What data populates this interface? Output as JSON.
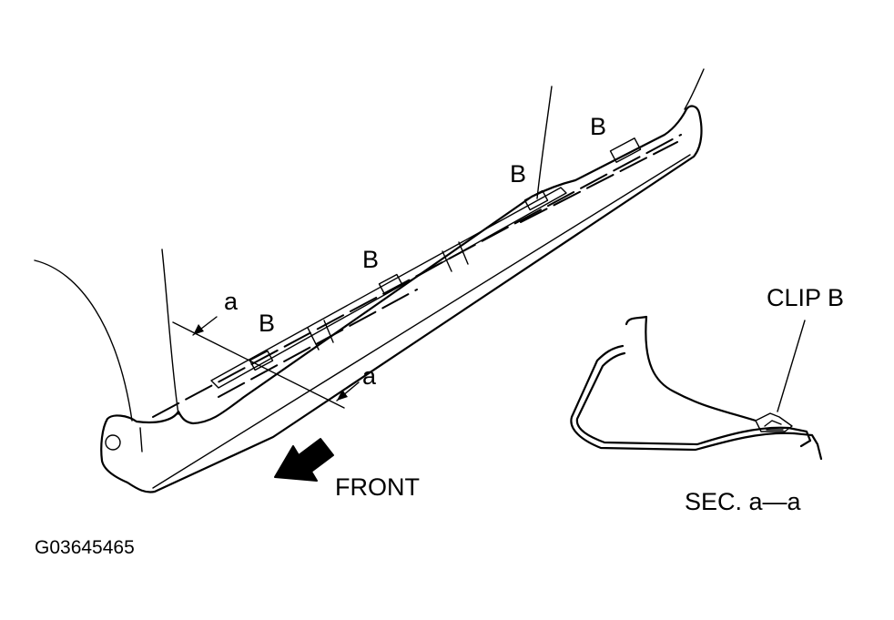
{
  "labels": {
    "clip_b": "B",
    "section_mark": "a",
    "front": "FRONT",
    "clip_callout": "CLIP B",
    "section_title": "SEC. a—a",
    "figure_code": "G03645465"
  },
  "icons": {
    "front_arrow": "arrow-down-left-icon"
  }
}
